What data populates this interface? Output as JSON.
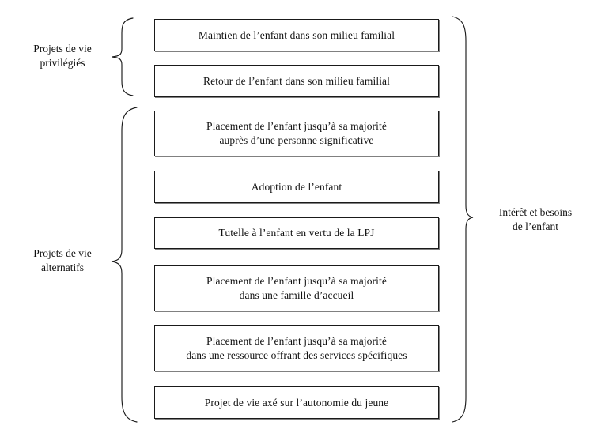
{
  "diagram": {
    "title_text_present": false,
    "groups": [
      {
        "id": "privilegies",
        "label": "Projets de vie\nprivilégiés",
        "brace_side": "right-pointing",
        "items": [
          0,
          1
        ]
      },
      {
        "id": "alternatifs",
        "label": "Projets de vie\nalternatifs",
        "brace_side": "right-pointing",
        "items": [
          2,
          3,
          4,
          5,
          6,
          7
        ]
      }
    ],
    "outcome": {
      "id": "interet-besoins",
      "label": "Intérêt et besoins\nde l’enfant"
    },
    "boxes": [
      {
        "id": "maintien",
        "label": "Maintien de l’enfant dans son milieu familial"
      },
      {
        "id": "retour",
        "label": "Retour de l’enfant dans son milieu familial"
      },
      {
        "id": "placement-personne",
        "label": "Placement de l’enfant jusqu’à sa majorité\nauprès d’une personne significative"
      },
      {
        "id": "adoption",
        "label": "Adoption de l’enfant"
      },
      {
        "id": "tutelle",
        "label": "Tutelle à l’enfant en vertu de la LPJ"
      },
      {
        "id": "placement-famille",
        "label": "Placement de l’enfant jusqu’à sa majorité\ndans une famille d’accueil"
      },
      {
        "id": "placement-ressource",
        "label": "Placement de l’enfant jusqu’à sa majorité\ndans une ressource offrant des services spécifiques"
      },
      {
        "id": "autonomie",
        "label": "Projet de vie axé sur l’autonomie du jeune"
      }
    ],
    "colors": {
      "background": "#ffffff",
      "box_border": "#1a1a1a",
      "box_shadow": "#808080",
      "text": "#111111",
      "brace_stroke": "#1a1a1a"
    }
  }
}
